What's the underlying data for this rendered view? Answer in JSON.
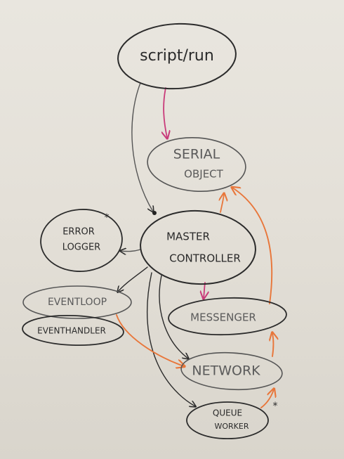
{
  "diagram": {
    "colors": {
      "ink": "#2b2b2b",
      "orange": "#e8763a",
      "magenta": "#c93a7a",
      "board": "#e7e3dc"
    },
    "nodes": [
      {
        "id": "script-run",
        "label": "script/run"
      },
      {
        "id": "serial-object",
        "lines": [
          "SERIAL",
          "OBJECT"
        ]
      },
      {
        "id": "error-logger",
        "lines": [
          "ERROR",
          "LOGGER"
        ],
        "asterisk": "*"
      },
      {
        "id": "master-controller",
        "lines": [
          "MASTER",
          "CONTROLLER"
        ]
      },
      {
        "id": "eventloop",
        "label": "EVENTLOOP"
      },
      {
        "id": "eventhandler",
        "label": "EVENTHANDLER"
      },
      {
        "id": "messenger",
        "label": "MESSENGER"
      },
      {
        "id": "network",
        "label": "NETWORK"
      },
      {
        "id": "queue-worker",
        "lines": [
          "QUEUE",
          "WORKER"
        ],
        "asterisk": "*"
      }
    ],
    "edges": [
      {
        "from": "script-run",
        "to": "serial-object",
        "color": "magenta"
      },
      {
        "from": "script-run",
        "to": "master-controller",
        "color": "ink"
      },
      {
        "from": "master-controller",
        "to": "serial-object",
        "color": "orange"
      },
      {
        "from": "master-controller",
        "to": "error-logger",
        "color": "ink"
      },
      {
        "from": "master-controller",
        "to": "eventloop",
        "color": "ink"
      },
      {
        "from": "master-controller",
        "to": "messenger",
        "color": "magenta"
      },
      {
        "from": "master-controller",
        "to": "network",
        "color": "ink"
      },
      {
        "from": "master-controller",
        "to": "queue-worker",
        "color": "ink"
      },
      {
        "from": "eventloop",
        "to": "network",
        "color": "orange"
      },
      {
        "from": "network",
        "to": "messenger",
        "color": "orange"
      },
      {
        "from": "messenger",
        "to": "serial-object",
        "color": "orange"
      },
      {
        "from": "queue-worker",
        "to": "network",
        "color": "orange"
      }
    ]
  }
}
